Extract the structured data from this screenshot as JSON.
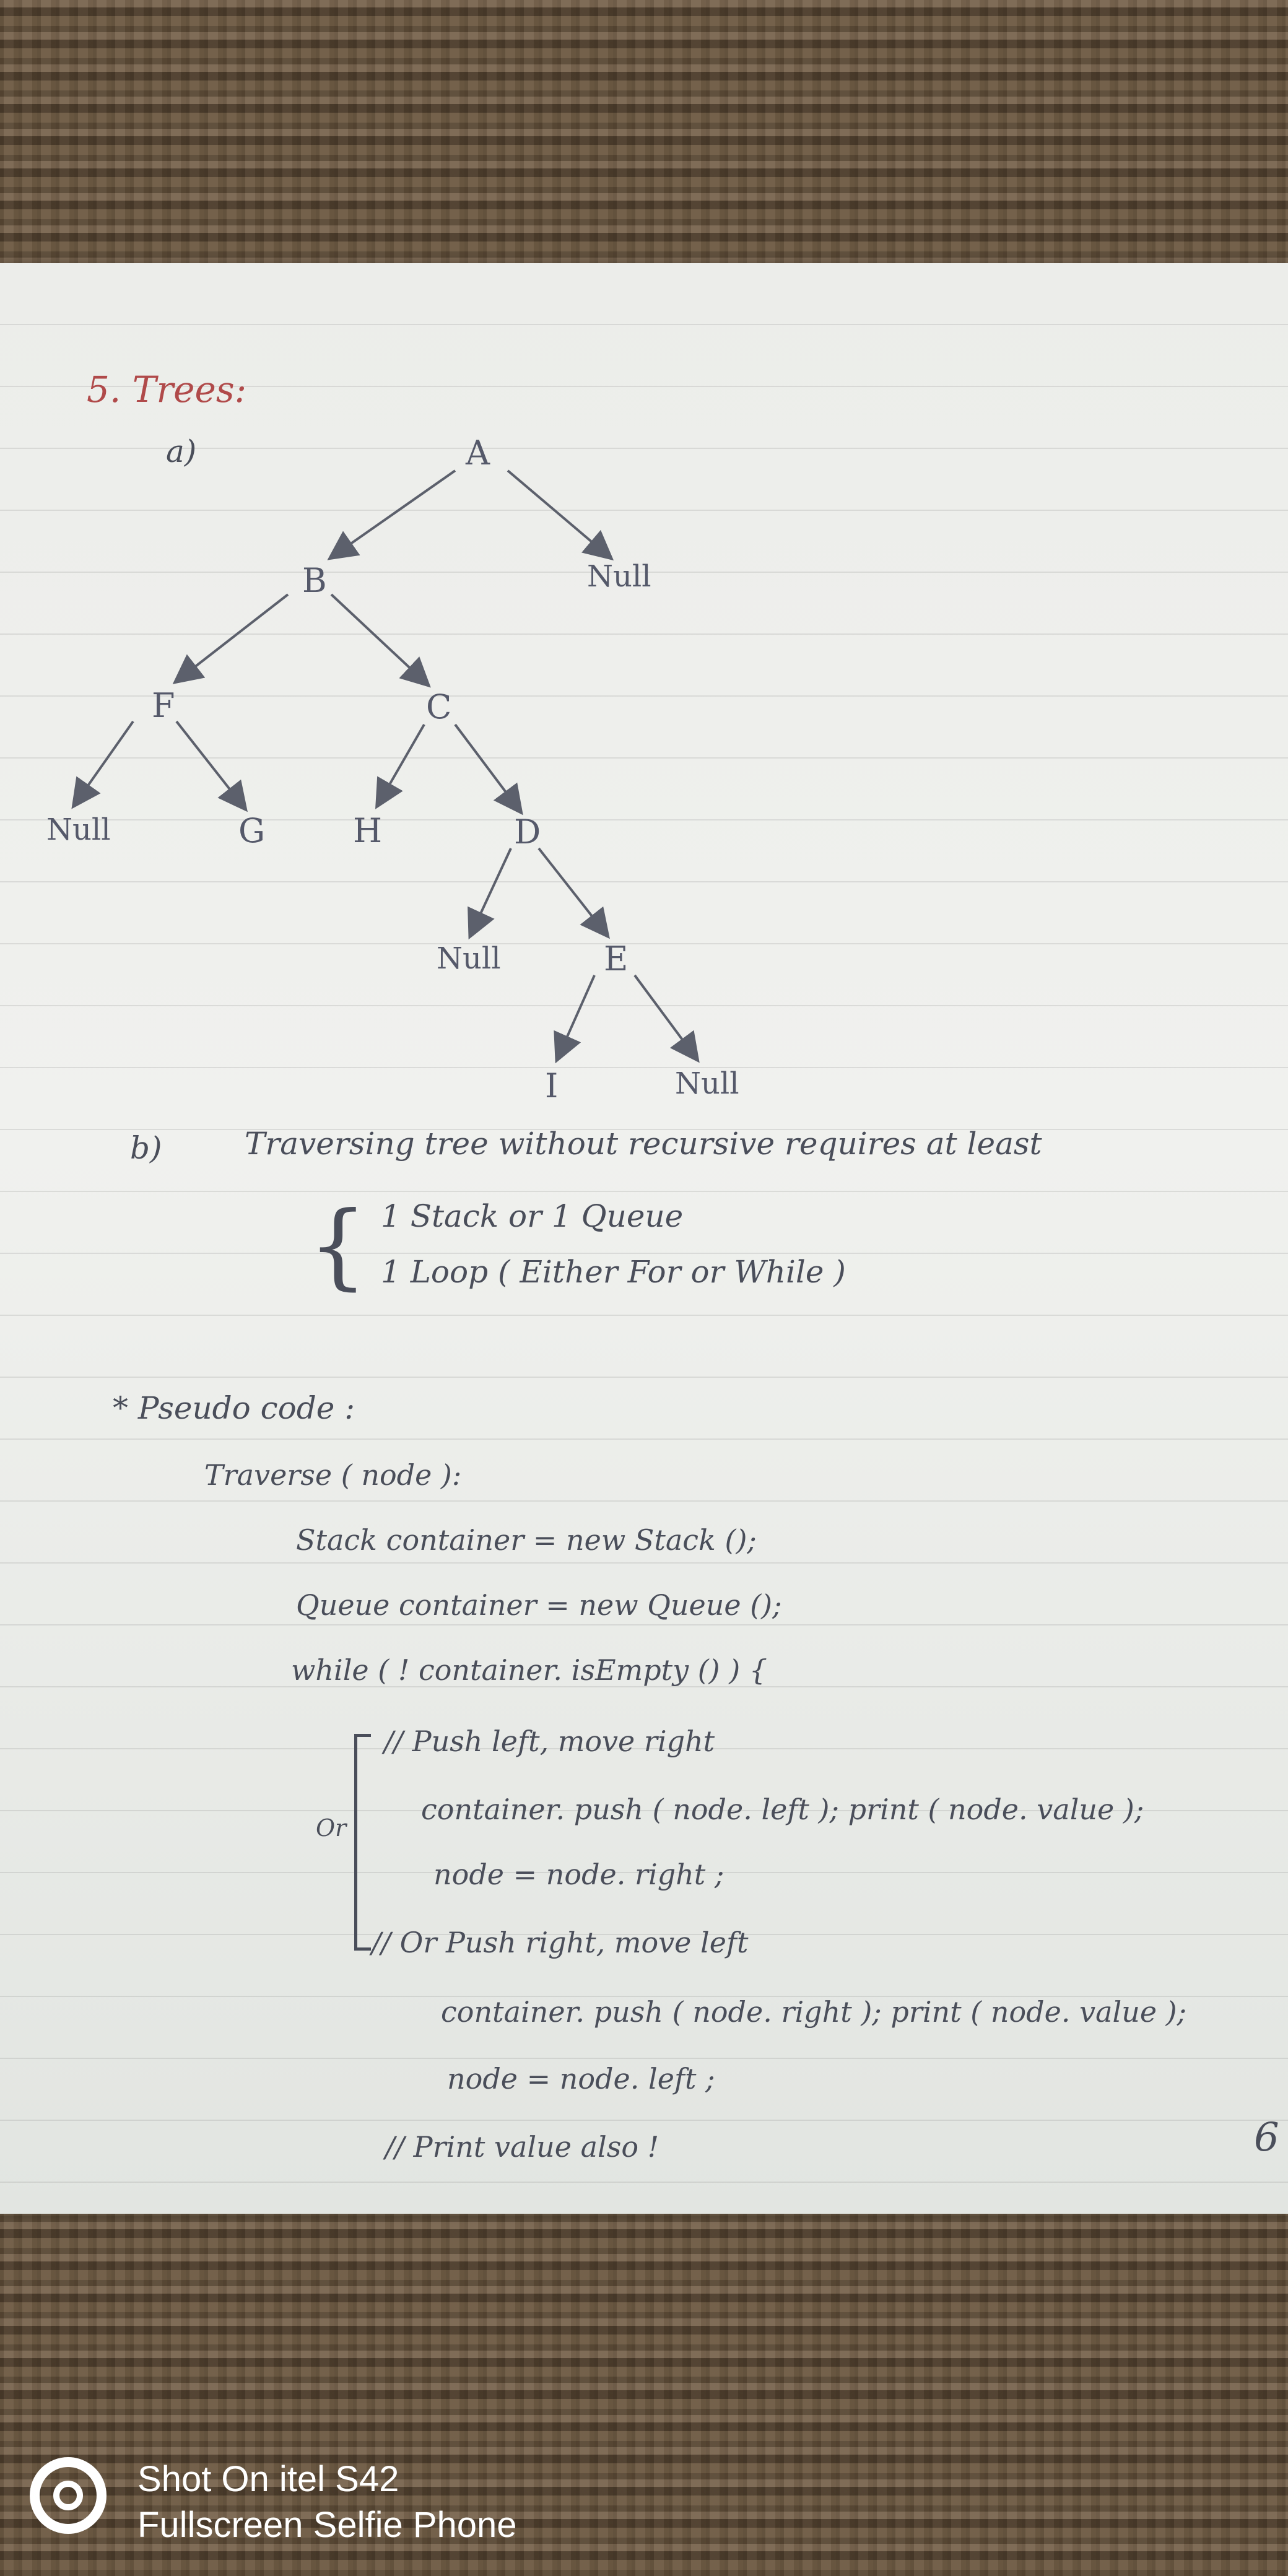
{
  "heading": "5. Trees:",
  "part_a_label": "a)",
  "tree": {
    "nodes": {
      "A": "A",
      "B": "B",
      "F": "F",
      "C": "C",
      "G": "G",
      "H": "H",
      "D": "D",
      "E": "E",
      "I": "I",
      "null_a": "Null",
      "null_f": "Null",
      "null_d": "Null",
      "null_e": "Null"
    }
  },
  "part_b": {
    "label": "b)",
    "line1": "Traversing tree without recursive requires at least",
    "line2": "1 Stack or 1 Queue",
    "line3": "1 Loop ( Either For or While )"
  },
  "pseudo": {
    "title": "* Pseudo code :",
    "lines": [
      "Traverse ( node ):",
      "Stack container = new Stack ();",
      "Queue container = new Queue ();",
      "while ( ! container. isEmpty () ) {",
      "// Push left, move right",
      "container. push ( node. left );   print ( node. value );",
      "node = node. right ;",
      "// Or Push right, move left",
      "container. push ( node. right );   print ( node. value );",
      "node = node. left ;",
      "// Print value also !"
    ],
    "or_label": "Or"
  },
  "page_number": "6",
  "watermark": {
    "line1": "Shot On itel S42",
    "line2": "Fullscreen Selfie Phone",
    "icon": "camera-aperture-icon"
  }
}
